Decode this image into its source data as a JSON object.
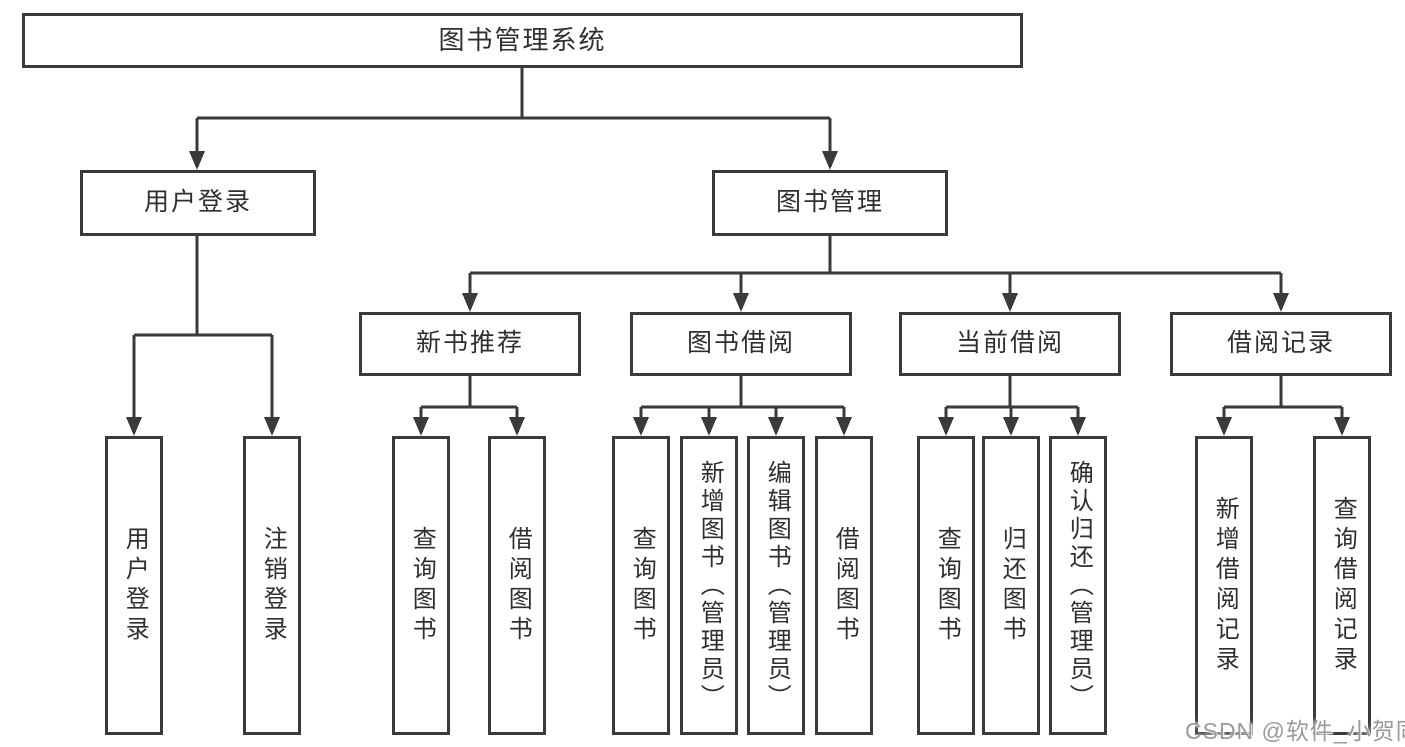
{
  "colors": {
    "line": "#3a3a3a",
    "box_border": "#3a3a3a",
    "text": "#2f2f2f",
    "background": "#ffffff",
    "watermark": "#9a9a9a"
  },
  "diagram": {
    "root": {
      "label": "图书管理系统"
    },
    "level2": [
      {
        "label": "用户登录"
      },
      {
        "label": "图书管理"
      }
    ],
    "level3": [
      {
        "label": "新书推荐",
        "parent": "图书管理"
      },
      {
        "label": "图书借阅",
        "parent": "图书管理"
      },
      {
        "label": "当前借阅",
        "parent": "图书管理"
      },
      {
        "label": "借阅记录",
        "parent": "图书管理"
      }
    ],
    "leaves": [
      {
        "label": "用户登录",
        "parent": "用户登录"
      },
      {
        "label": "注销登录",
        "parent": "用户登录"
      },
      {
        "label": "查询图书",
        "parent": "新书推荐"
      },
      {
        "label": "借阅图书",
        "parent": "新书推荐"
      },
      {
        "label": "查询图书",
        "parent": "图书借阅"
      },
      {
        "label": "新增图书（管理员）",
        "parent": "图书借阅"
      },
      {
        "label": "编辑图书（管理员）",
        "parent": "图书借阅"
      },
      {
        "label": "借阅图书",
        "parent": "图书借阅"
      },
      {
        "label": "查询图书",
        "parent": "当前借阅"
      },
      {
        "label": "归还图书",
        "parent": "当前借阅"
      },
      {
        "label": "确认归还（管理员）",
        "parent": "当前借阅"
      },
      {
        "label": "新增借阅记录",
        "parent": "借阅记录"
      },
      {
        "label": "查询借阅记录",
        "parent": "借阅记录"
      }
    ]
  },
  "watermark": {
    "text": "CSDN @软件_小贺同学"
  }
}
